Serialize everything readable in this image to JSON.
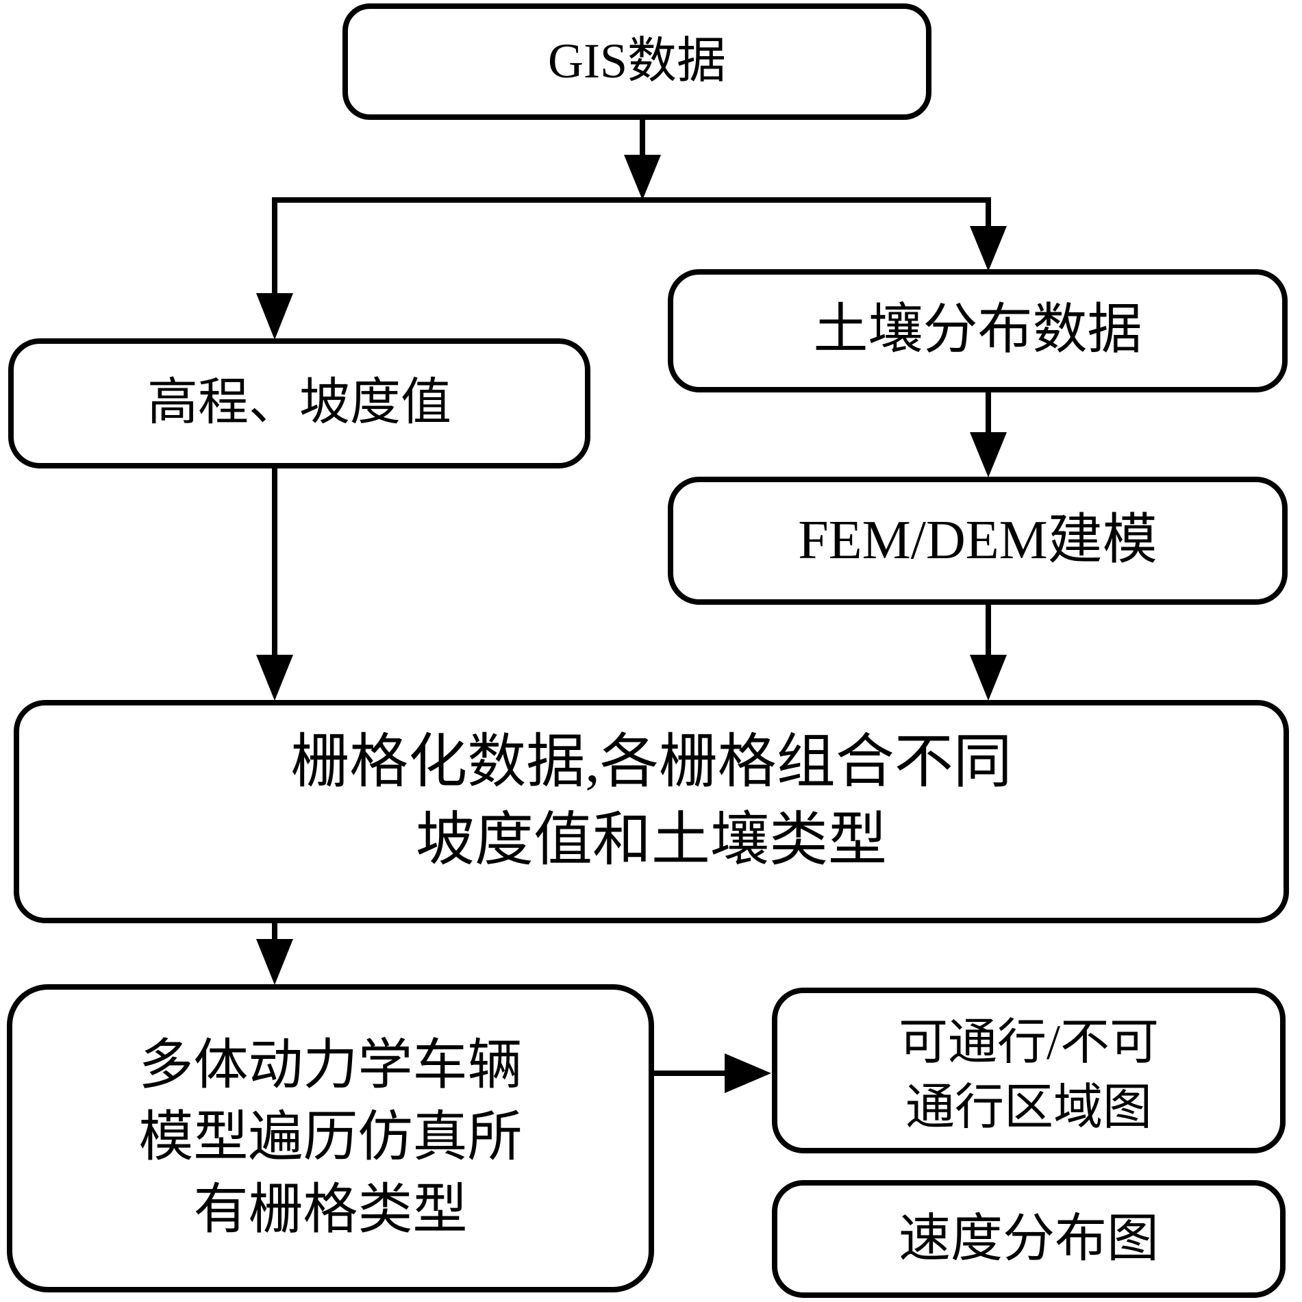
{
  "diagram_title": "GIS traversability simulation flowchart",
  "nodes": {
    "gis": {
      "label": "GIS数据"
    },
    "elevation": {
      "label": "高程、坡度值"
    },
    "soil": {
      "label": "土壤分布数据"
    },
    "fem": {
      "label": "FEM/DEM建模"
    },
    "raster": {
      "lines": [
        "栅格化数据,各栅格组合不同",
        "坡度值和土壤类型"
      ]
    },
    "vehicle": {
      "lines": [
        "多体动力学车辆",
        "模型遍历仿真所",
        "有栅格类型"
      ]
    },
    "passable": {
      "lines": [
        "可通行/不可",
        "通行区域图"
      ]
    },
    "speed": {
      "label": "速度分布图"
    }
  },
  "edges": [
    {
      "from": "gis",
      "to": "elevation"
    },
    {
      "from": "gis",
      "to": "soil"
    },
    {
      "from": "soil",
      "to": "fem"
    },
    {
      "from": "elevation",
      "to": "raster"
    },
    {
      "from": "fem",
      "to": "raster"
    },
    {
      "from": "raster",
      "to": "vehicle"
    },
    {
      "from": "vehicle",
      "to": "passable"
    }
  ],
  "colors": {
    "stroke": "#000000",
    "background": "#ffffff"
  }
}
